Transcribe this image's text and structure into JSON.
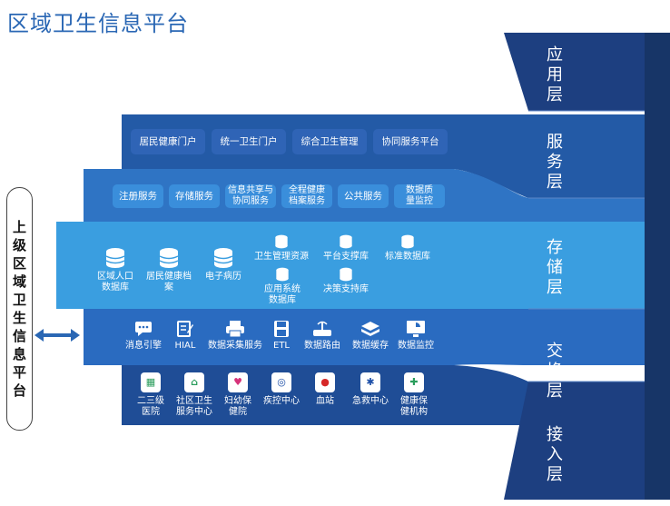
{
  "title": "区域卫生信息平台",
  "layers": {
    "application": "应用层",
    "service": "服务层",
    "storage": "存储层",
    "exchange": "交换层",
    "access": "接入层"
  },
  "upper_platform": [
    "上",
    "级",
    "区",
    "域",
    "卫",
    "生",
    "信",
    "息",
    "平",
    "台"
  ],
  "application_items": [
    "居民健康门户",
    "统一卫生门户",
    "综合卫生管理",
    "协同服务平台"
  ],
  "service_items": [
    "注册服务",
    "存储服务",
    "信息共享与协同服务",
    "全程健康档案服务",
    "公共服务",
    "数据质量监控"
  ],
  "storage": {
    "big_dbs": [
      "区域人口数据库",
      "居民健康档案",
      "电子病历"
    ],
    "small_dbs": [
      "卫生管理资源",
      "平台支撑库",
      "标准数据库",
      "应用系统数据库",
      "决策支持库"
    ]
  },
  "exchange_items": [
    {
      "label": "消息引擎",
      "icon": "message-icon"
    },
    {
      "label": "HIAL",
      "icon": "edit-icon"
    },
    {
      "label": "数据采集服务",
      "icon": "printer-icon"
    },
    {
      "label": "ETL",
      "icon": "save-icon"
    },
    {
      "label": "数据路由",
      "icon": "router-icon"
    },
    {
      "label": "数据缓存",
      "icon": "cache-icon"
    },
    {
      "label": "数据监控",
      "icon": "monitor-icon"
    }
  ],
  "access_items": [
    {
      "label": "二三级医院",
      "icon": "hospital-icon",
      "color": "#2a9d5c"
    },
    {
      "label": "社区卫生服务中心",
      "icon": "community-icon",
      "color": "#2a9d5c"
    },
    {
      "label": "妇幼保健院",
      "icon": "maternal-icon",
      "color": "#d6337a"
    },
    {
      "label": "疾控中心",
      "icon": "cdc-icon",
      "color": "#1d4fa8"
    },
    {
      "label": "血站",
      "icon": "blood-icon",
      "color": "#d62828"
    },
    {
      "label": "急救中心",
      "icon": "emergency-icon",
      "color": "#1d4fa8"
    },
    {
      "label": "健康保健机构",
      "icon": "health-cross-icon",
      "color": "#2a9d5c"
    }
  ],
  "colors": {
    "dark_band": "#1d3f80",
    "mid_band": "#235aa6",
    "light_band": "#3a9ee0",
    "title": "#2a67b4"
  }
}
